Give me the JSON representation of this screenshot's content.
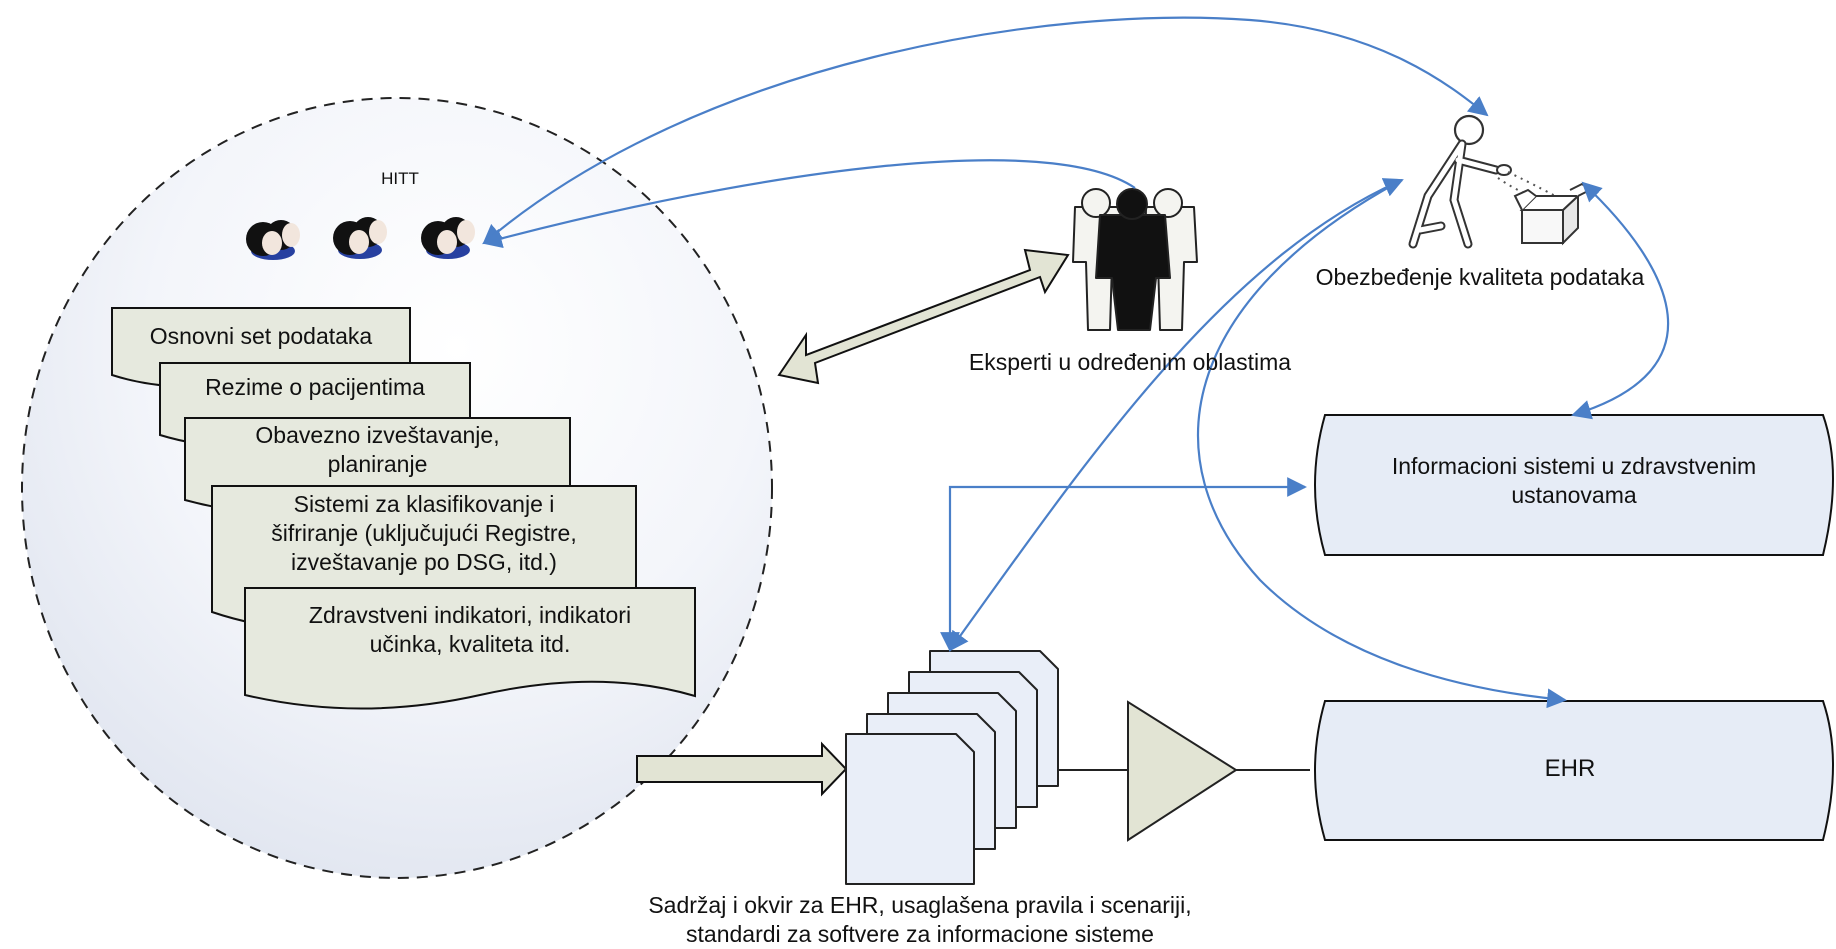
{
  "diagram": {
    "hitt_label": "HITT",
    "documents": [
      {
        "lines": [
          "Osnovni set podataka"
        ]
      },
      {
        "lines": [
          "Rezime o pacijentima"
        ]
      },
      {
        "lines": [
          "Obavezno izveštavanje,",
          "planiranje"
        ]
      },
      {
        "lines": [
          "Sistemi za klasifikovanje i",
          "šifriranje (uključujući Registre,",
          "izveštavanje po DSG, itd.)"
        ]
      },
      {
        "lines": [
          "Zdravstveni indikatori, indikatori",
          "učinka, kvaliteta itd."
        ]
      }
    ],
    "experts_label": "Eksperti u određenim oblastima",
    "quality_label": "Obezbeđenje kvaliteta podataka",
    "his_label_lines": [
      "Informacioni sistemi u zdravstvenim",
      "ustanovama"
    ],
    "ehr_label": "EHR",
    "content_label_lines": [
      "Sadržaj i okvir za EHR, usaglašena pravila i scenariji,",
      "standardi za softvere za informacione sisteme"
    ]
  },
  "colors": {
    "connector_blue": "#4a7fc8",
    "doc_fill": "#e6e9de",
    "block_arrow_fill": "#e2e4d4",
    "cylinder_fill": "#e6ecf6",
    "page_fill": "#e9eef8"
  }
}
